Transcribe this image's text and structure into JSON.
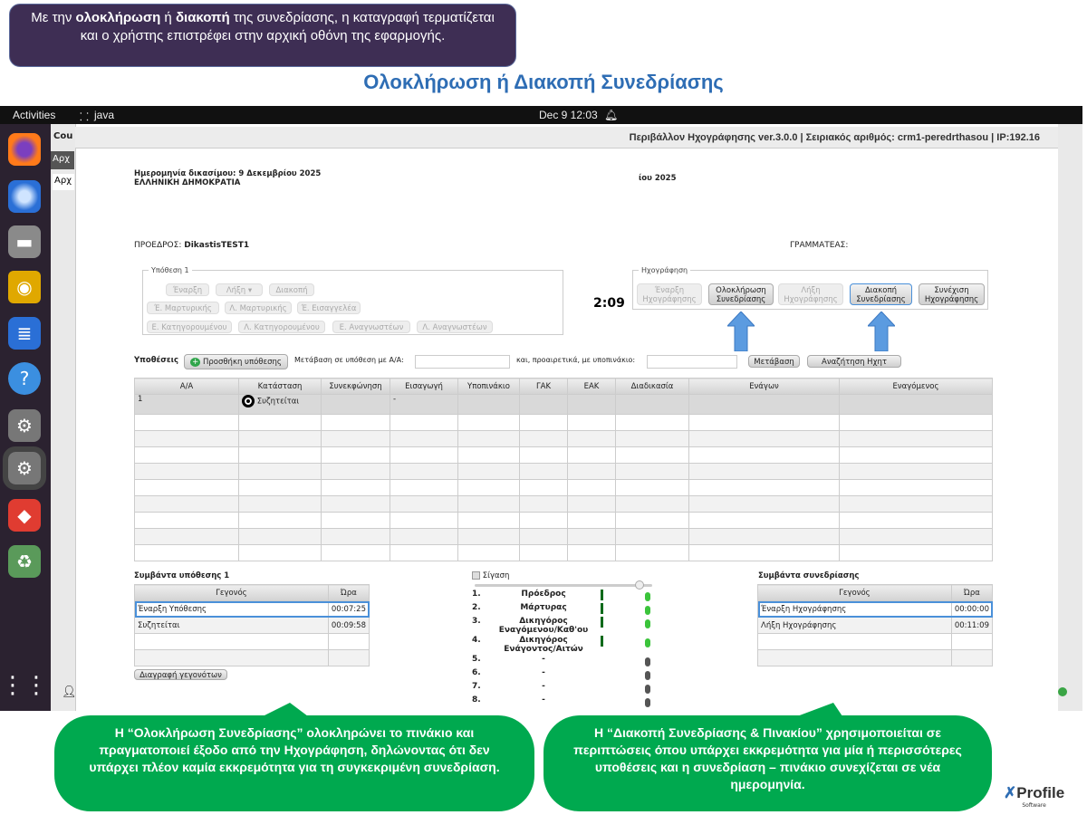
{
  "slide_title": "Ολοκλήρωση ή Διακοπή Συνεδρίασης",
  "topbar": {
    "activities": "Activities",
    "app": "java",
    "clock": "Dec 9  12:03"
  },
  "bg_window": {
    "title_fragment": "Cou",
    "tab1": "Αρχ",
    "tab2": "Αρχ"
  },
  "dialog": {
    "header": "Περιβάλλον Ηχογράφησης  ver.3.0.0  |  Σειριακός αριθμός: crm1-peredrthasou  |  IP:192.16",
    "date_label": "Ημερομηνία δικασίμου: 9 Δεκεμβρίου 2025",
    "republic": "ΕΛΛΗΝΙΚΗ ΔΗΜΟΚΡΑΤΙΑ",
    "date_right": "ίου 2025",
    "president_label": "ΠΡΟΕΔΡΟΣ:",
    "president": "DikastisTEST1",
    "secretary_label": "ΓΡΑΜΜΑΤΕΑΣ:",
    "timer_fragment": "2:09",
    "case_group": {
      "legend": "Υπόθεση 1",
      "buttons": [
        "Έναρξη",
        "Λήξη",
        "Διακοπή",
        "Έ. Μαρτυρικής",
        "Λ. Μαρτυρικής",
        "Έ. Εισαγγελέα",
        "Ε. Κατηγορουμένου",
        "Λ. Κατηγορουμένου",
        "Ε. Αναγνωστέων",
        "Λ. Αναγνωστέων"
      ]
    },
    "rec_group": {
      "legend": "Ηχογράφηση",
      "buttons": [
        [
          "Έναρξη",
          "Ηχογράφησης"
        ],
        [
          "Ολοκλήρωση",
          "Συνεδρίασης"
        ],
        [
          "Λήξη",
          "Ηχογράφησης"
        ],
        [
          "Διακοπή",
          "Συνεδρίασης"
        ],
        [
          "Συνέχιση",
          "Ηχογράφησης"
        ]
      ]
    },
    "cases_label": "Υποθέσεις",
    "add_case": "Προσθήκη υπόθεσης",
    "goto_label": "Μετάβαση σε υπόθεση με Α/Α:",
    "sub_label": "και, προαιρετικά, με υποπινάκιο:",
    "goto_btn": "Μετάβαση",
    "search_btn": "Αναζήτηση Ηχητ",
    "table": {
      "headers": [
        "Α/Α",
        "Κατάσταση",
        "Συνεκφώνηση",
        "Εισαγωγή",
        "Υποπινάκιο",
        "ΓΑΚ",
        "ΕΑΚ",
        "Διαδικασία",
        "Ενάγων",
        "Εναγόμενος"
      ],
      "rows": [
        [
          "1",
          "Συζητείται",
          "",
          "-",
          "",
          "",
          "",
          "",
          "",
          ""
        ]
      ]
    },
    "case_events": {
      "title": "Συμβάντα υπόθεσης 1",
      "headers": [
        "Γεγονός",
        "Ώρα"
      ],
      "rows": [
        [
          "Έναρξη Υπόθεσης",
          "00:07:25"
        ],
        [
          "Συζητείται",
          "00:09:58"
        ]
      ],
      "delete_btn": "Διαγραφή γεγονότων"
    },
    "mute": "Σίγαση",
    "speakers": [
      {
        "n": "1.",
        "name": "Πρόεδρος",
        "active": true
      },
      {
        "n": "2.",
        "name": "Μάρτυρας",
        "active": true
      },
      {
        "n": "3.",
        "name": "Δικηγόρος Εναγόμενου/Καθ'ου",
        "active": true
      },
      {
        "n": "4.",
        "name": "Δικηγόρος Ενάγοντος/Αιτών",
        "active": true
      },
      {
        "n": "5.",
        "name": "-",
        "active": false
      },
      {
        "n": "6.",
        "name": "-",
        "active": false
      },
      {
        "n": "7.",
        "name": "-",
        "active": false
      },
      {
        "n": "8.",
        "name": "-",
        "active": false
      }
    ],
    "session_events": {
      "title": "Συμβάντα συνεδρίασης",
      "headers": [
        "Γεγονός",
        "Ώρα"
      ],
      "rows": [
        [
          "Έναρξη Ηχογράφησης",
          "00:00:00"
        ],
        [
          "Λήξη Ηχογράφησης",
          "00:11:09"
        ]
      ]
    }
  },
  "bubble_left": "Η “Ολοκλήρωση Συνεδρίασης” ολοκληρώνει το πινάκιο και πραγματοποιεί έξοδο από την Ηχογράφηση, δηλώνοντας ότι δεν υπάρχει πλέον καμία εκκρεμότητα για τη συγκεκριμένη συνεδρίαση.",
  "bubble_right": "Η “Διακοπή Συνεδρίασης & Πινακίου” χρησιμοποιείται σε περιπτώσεις όπου υπάρχει εκκρεμότητα για μία ή περισσότερες υποθέσεις και η συνεδρίαση – πινάκιο συνεχίζεται σε νέα ημερομηνία.",
  "callout": {
    "pre": "Με την ",
    "b1": "ολοκλήρωση",
    "mid1": " ή ",
    "b2": "διακοπή",
    "post": " της συνεδρίασης, η καταγραφή τερματίζεται και ο χρήστης επιστρέφει στην αρχική οθόνη της εφαρμογής."
  },
  "logo": {
    "name": "Profile",
    "sub": "Software"
  },
  "colors": {
    "bubble": "#00a94f",
    "callout": "#3e2e54",
    "title": "#2e6db4"
  }
}
